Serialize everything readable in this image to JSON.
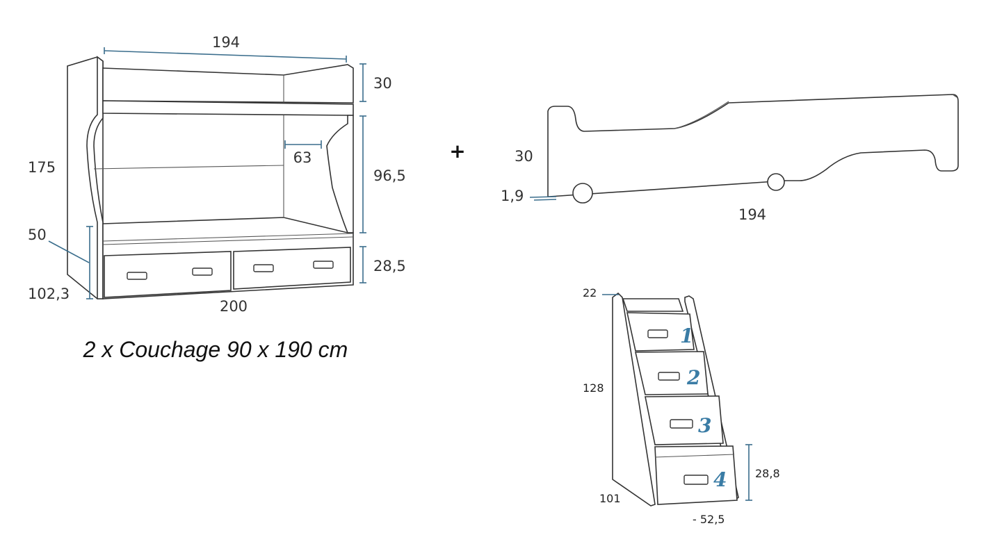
{
  "bunk_bed": {
    "width_top": "194",
    "top_guard_height": "30",
    "upper_clearance": "96,5",
    "inner_gap": "63",
    "total_height": "175",
    "side_label": "50",
    "base_height": "102,3",
    "drawer_height": "28,5",
    "length_bottom": "200",
    "caption": "2 x Couchage 90 x 190 cm"
  },
  "plus_sign": "+",
  "trundle": {
    "height": "30",
    "wheel_gap": "1,9",
    "length": "194"
  },
  "stairs": {
    "top_depth": "22",
    "height": "128",
    "drawer_height": "28,8",
    "depth": "101",
    "width": "- 52,5",
    "step_numbers": [
      "1",
      "2",
      "3",
      "4"
    ],
    "accent_color": "#3a7ca5"
  },
  "colors": {
    "dimension_line": "#3a6d8c",
    "outline": "#333333"
  }
}
